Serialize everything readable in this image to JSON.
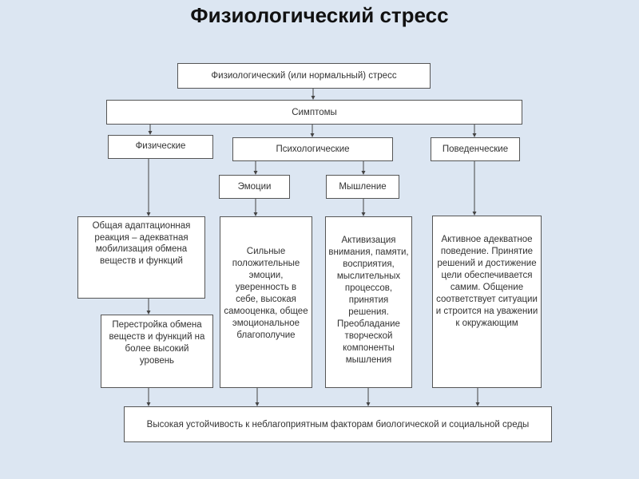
{
  "title": "Физиологический стресс",
  "colors": {
    "background": "#dce6f2",
    "box_fill": "#ffffff",
    "box_border": "#555555",
    "connector": "#444444"
  },
  "nodes": {
    "root": "Физиологический (или нормальный) стресс",
    "symptoms": "Симптомы",
    "physical": "Физические",
    "psychological": "Психологические",
    "behavioral": "Поведенческие",
    "emotions": "Эмоции",
    "thinking": "Мышление",
    "physical_detail_1": "Общая адаптационная реакция – адекватная мобилизация обмена веществ и функций",
    "physical_detail_2": "Перестройка обмена веществ и функций на более высокий уровень",
    "emotions_detail": "Сильные положительные эмоции, уверенность в себе, высокая самооценка, общее эмоциональное благополучие",
    "thinking_detail": "Активизация внимания, памяти, восприятия, мыслительных процессов, принятия решения. Преобладание творческой компоненты мышления",
    "behavioral_detail": "Активное адекватное поведение. Принятие решений и достижение цели обеспечивается самим. Общение соответствует ситуации и строится на уважении к окружающим",
    "outcome": "Высокая устойчивость к неблагоприятным факторам биологической и социальной среды"
  }
}
